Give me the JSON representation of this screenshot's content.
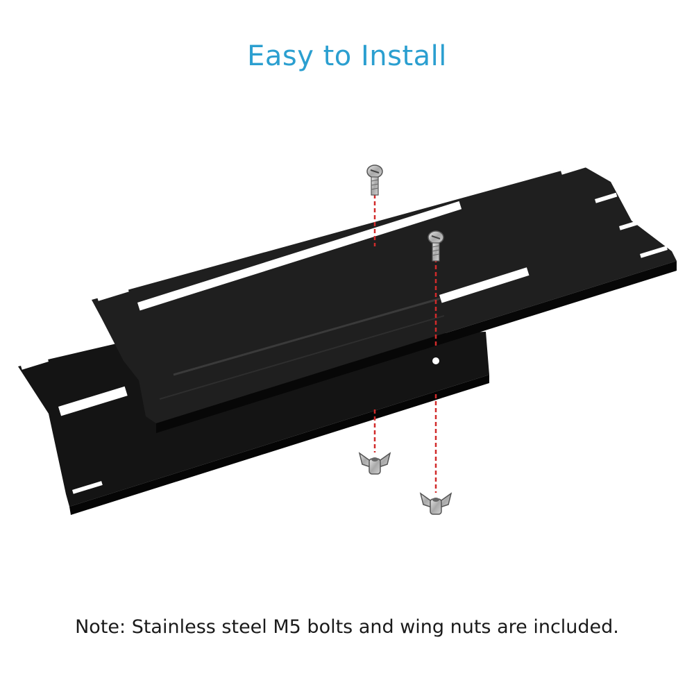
{
  "title": "Easy to Install",
  "note": "Note:  Stainless steel M5 bolts and wing nuts are included.",
  "colors": {
    "title": "#2b9fd0",
    "plate": "#1c1c1c",
    "plate_edge": "#0a0a0a",
    "slot": "#ffffff",
    "guide_line": "#d12b2b",
    "hardware": "#b8b8b8"
  },
  "illustration": {
    "parts": [
      "upper-plate",
      "lower-plate",
      "bolt",
      "bolt",
      "wing-nut",
      "wing-nut"
    ],
    "icons": [
      "bolt-icon",
      "wing-nut-icon"
    ]
  }
}
